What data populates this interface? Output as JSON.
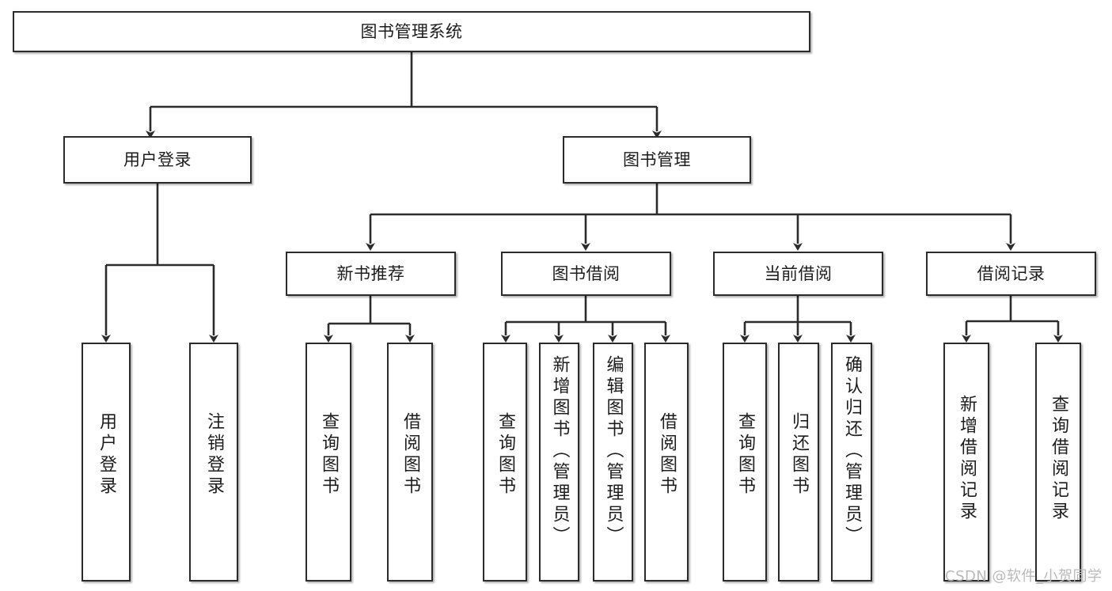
{
  "diagram": {
    "type": "tree",
    "title": "图书管理系统",
    "root": {
      "label": "图书管理系统"
    },
    "level2": [
      {
        "label": "用户登录"
      },
      {
        "label": "图书管理"
      }
    ],
    "level3": [
      {
        "label": "新书推荐"
      },
      {
        "label": "图书借阅"
      },
      {
        "label": "当前借阅"
      },
      {
        "label": "借阅记录"
      }
    ],
    "leaves": {
      "user_login": [
        {
          "label": "用户登录"
        },
        {
          "label": "注销登录"
        }
      ],
      "new_book_recommend": [
        {
          "label": "查询图书"
        },
        {
          "label": "借阅图书"
        }
      ],
      "book_borrow": [
        {
          "label": "查询图书"
        },
        {
          "label": "新增图书（管理员）"
        },
        {
          "label": "编辑图书（管理员）"
        },
        {
          "label": "借阅图书"
        }
      ],
      "current_borrow": [
        {
          "label": "查询图书"
        },
        {
          "label": "归还图书"
        },
        {
          "label": "确认归还（管理员）"
        }
      ],
      "borrow_record": [
        {
          "label": "新增借阅记录"
        },
        {
          "label": "查询借阅记录"
        }
      ]
    }
  },
  "watermark": {
    "text": "CSDN @软件_小贺同学"
  },
  "colors": {
    "stroke": "#2b2b2b",
    "fill": "#ffffff",
    "text": "#1c1c1c",
    "watermark": "#b9b9b9"
  }
}
